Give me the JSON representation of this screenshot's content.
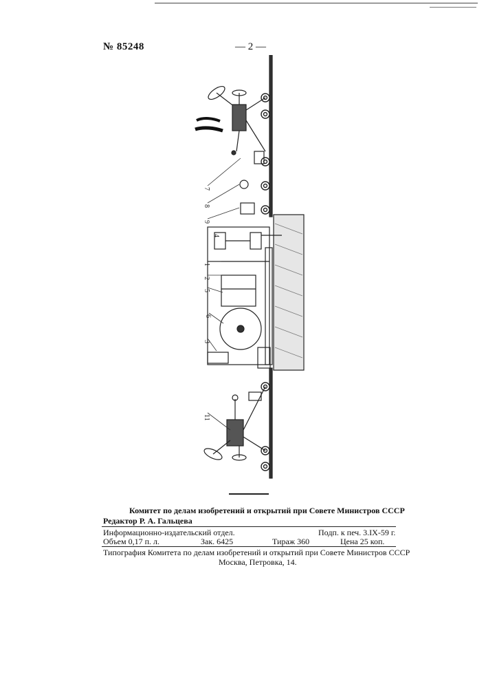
{
  "header": {
    "patent_number": "№ 85248",
    "page_marker": "— 2 —"
  },
  "drawing": {
    "figure_labels": [
      "7",
      "8",
      "9",
      "1",
      "2",
      "5",
      "6",
      "3",
      "4",
      "11"
    ]
  },
  "footer": {
    "committee_line": "Комитет по делам изобретений и открытий при Совете Министров СССР",
    "editor_line": "Редактор Р. А. Гальцева",
    "info_dept": "Информационно-издательский отдел.",
    "signed_to_print": "Подп. к печ. 3.IX-59 г.",
    "volume": "Объем 0,17 п. л.",
    "order": "Зак. 6425",
    "circulation": "Тираж 360",
    "price": "Цена 25 коп.",
    "printing_house": "Типография Комитета по делам изобретений и открытий при Совете Министров СССР",
    "address": "Москва, Петровка, 14."
  }
}
